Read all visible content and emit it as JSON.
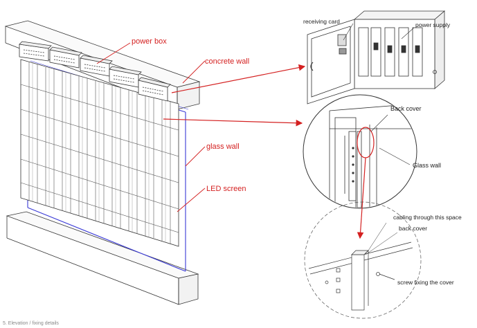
{
  "labels": {
    "power_box": "power box",
    "concrete_wall": "concrete wall",
    "glass_wall": "glass wall",
    "led_screen": "LED screen",
    "receiving_card": "receiving card",
    "power_supply": "power supply",
    "back_cover": "Back cover",
    "glass_wall_detail": "Glass wall",
    "cabling": "cabling through this space",
    "back_cover_lower": "back cover",
    "screw_fixing": "screw fixing the cover"
  },
  "caption": "5. Elevation / fixing details",
  "colors": {
    "arrow": "#d42020",
    "glass_edge": "#3a3ad6",
    "line": "#333333"
  }
}
